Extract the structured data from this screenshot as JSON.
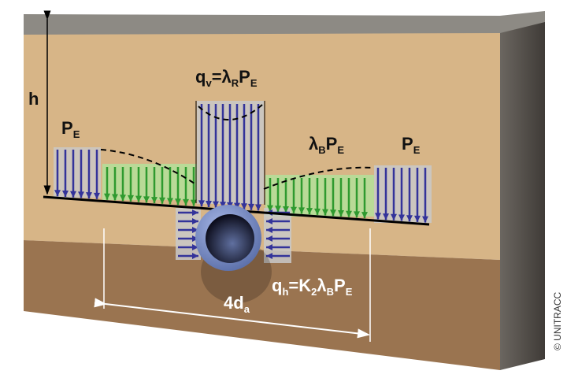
{
  "labels": {
    "h": "h",
    "pe_left": {
      "main": "P",
      "sub": "E"
    },
    "qv": {
      "q": "q",
      "v": "v",
      "eq": "=λ",
      "r": "R",
      "p": "P",
      "e": "E"
    },
    "lb_pe": {
      "l": "λ",
      "b": "B",
      "p": "P",
      "e": "E"
    },
    "pe_right": {
      "main": "P",
      "sub": "E"
    },
    "qh": {
      "q": "q",
      "h": "h",
      "eq": "=K",
      "two": "2",
      "l": "λ",
      "b": "B",
      "p": "P",
      "e": "E"
    },
    "width": {
      "main": "4d",
      "sub": "a"
    }
  },
  "copyright": "© UNITRACC",
  "colors": {
    "sand": "#d7b587",
    "soil_dark": "#9a7450",
    "blue_arrow": "#33339a",
    "green_arrow": "#2f9a2f",
    "pipe": "#7b90cc"
  }
}
